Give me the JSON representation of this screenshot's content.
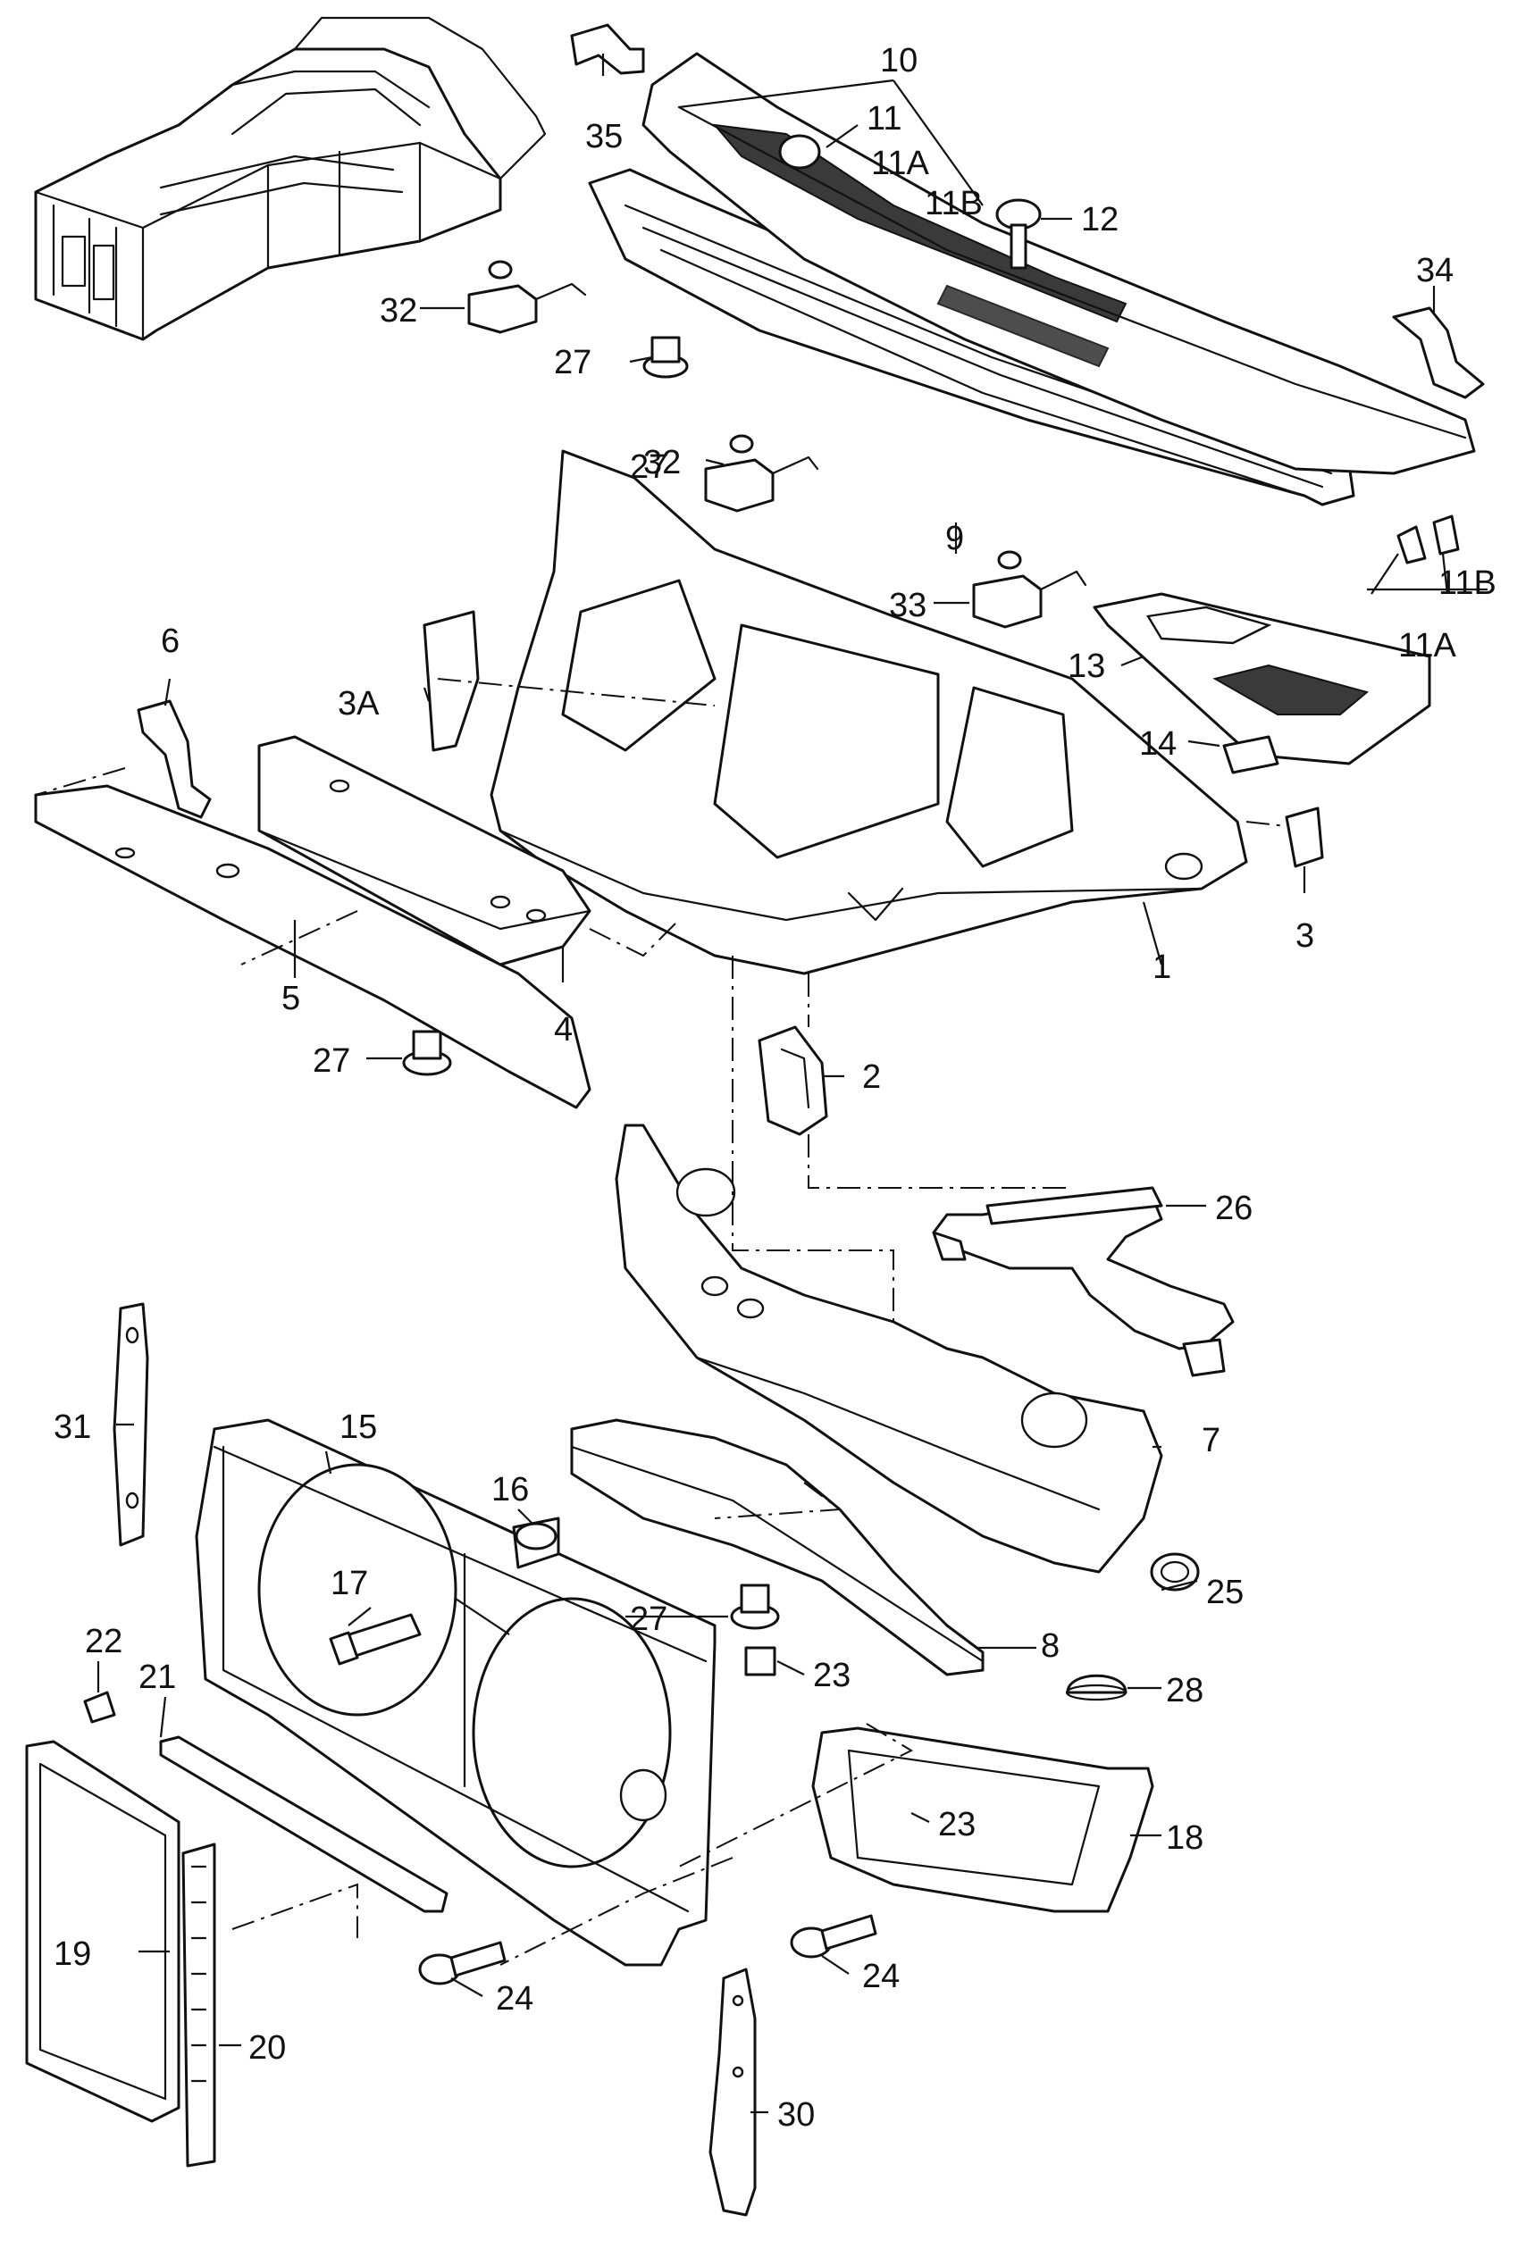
{
  "callouts": [
    {
      "label": "1"
    },
    {
      "label": "2"
    },
    {
      "label": "3"
    },
    {
      "label": "3A"
    },
    {
      "label": "4"
    },
    {
      "label": "5"
    },
    {
      "label": "6"
    },
    {
      "label": "7"
    },
    {
      "label": "8"
    },
    {
      "label": "9"
    },
    {
      "label": "10"
    },
    {
      "label": "11"
    },
    {
      "label": "11A"
    },
    {
      "label": "11B"
    },
    {
      "label": "11A"
    },
    {
      "label": "11B"
    },
    {
      "label": "12"
    },
    {
      "label": "13"
    },
    {
      "label": "14"
    },
    {
      "label": "15"
    },
    {
      "label": "16"
    },
    {
      "label": "17"
    },
    {
      "label": "18"
    },
    {
      "label": "19"
    },
    {
      "label": "20"
    },
    {
      "label": "21"
    },
    {
      "label": "22"
    },
    {
      "label": "23"
    },
    {
      "label": "23"
    },
    {
      "label": "24"
    },
    {
      "label": "24"
    },
    {
      "label": "25"
    },
    {
      "label": "26"
    },
    {
      "label": "27"
    },
    {
      "label": "27"
    },
    {
      "label": "27"
    },
    {
      "label": "27"
    },
    {
      "label": "28"
    },
    {
      "label": "30"
    },
    {
      "label": "31"
    },
    {
      "label": "32"
    },
    {
      "label": "32"
    },
    {
      "label": "33"
    },
    {
      "label": "34"
    },
    {
      "label": "35"
    }
  ]
}
